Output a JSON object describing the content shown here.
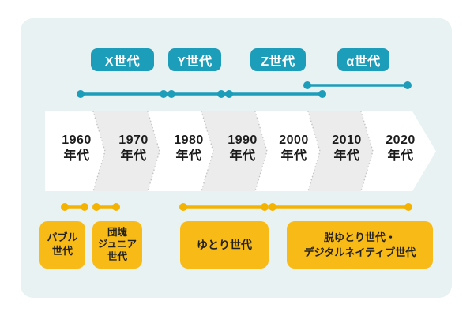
{
  "diagram_title": "",
  "top_generation_badges": [
    {
      "label": "X世代"
    },
    {
      "label": "Y世代"
    },
    {
      "label": "Z世代"
    },
    {
      "label": "α世代"
    }
  ],
  "decade_axis": [
    {
      "label": "1960\n年代"
    },
    {
      "label": "1970\n年代"
    },
    {
      "label": "1980\n年代"
    },
    {
      "label": "1990\n年代"
    },
    {
      "label": "2000\n年代"
    },
    {
      "label": "2010\n年代"
    },
    {
      "label": "2020\n年代"
    }
  ],
  "bottom_generation_boxes": [
    {
      "label": "バブル\n世代"
    },
    {
      "label": "団塊\nジュニア\n世代"
    },
    {
      "label": "ゆとり世代"
    },
    {
      "label": "脱ゆとり世代・\nデジタルネイティブ世代"
    }
  ],
  "colors": {
    "page_background": "#ffffff",
    "card_background": "#e8f2f2",
    "teal_accent": "#1c9dba",
    "yellow_accent": "#f5b301",
    "yellow_box": "#f8ba17",
    "chevron_white": "#ffffff",
    "chevron_gray": "#ececec",
    "dotted_separator": "#c5c5c5",
    "text_dark": "#1c1c1c",
    "badge_text": "#ffffff"
  }
}
